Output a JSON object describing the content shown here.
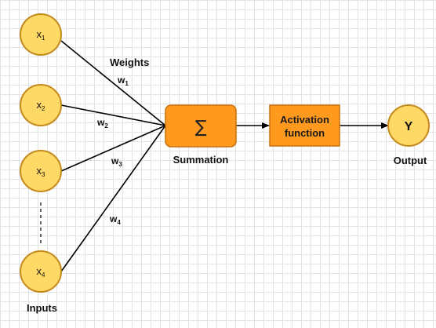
{
  "diagram": {
    "inputs": [
      {
        "base": "x",
        "index": "1"
      },
      {
        "base": "x",
        "index": "2"
      },
      {
        "base": "x",
        "index": "3"
      },
      {
        "base": "x",
        "index": "4"
      }
    ],
    "weights": [
      {
        "base": "w",
        "index": "1"
      },
      {
        "base": "w",
        "index": "2"
      },
      {
        "base": "w",
        "index": "3"
      },
      {
        "base": "w",
        "index": "4"
      }
    ],
    "weights_label": "Weights",
    "inputs_label": "Inputs",
    "summation": {
      "symbol": "∑",
      "label": "Summation"
    },
    "activation": {
      "line1": "Activation",
      "line2": "function"
    },
    "output": {
      "symbol": "Y",
      "label": "Output"
    },
    "colors": {
      "input_fill": "#FFD966",
      "input_stroke": "#C58A1D",
      "box_fill": "#FF9A1F",
      "box_stroke": "#C8700A",
      "edge": "#000000"
    }
  }
}
